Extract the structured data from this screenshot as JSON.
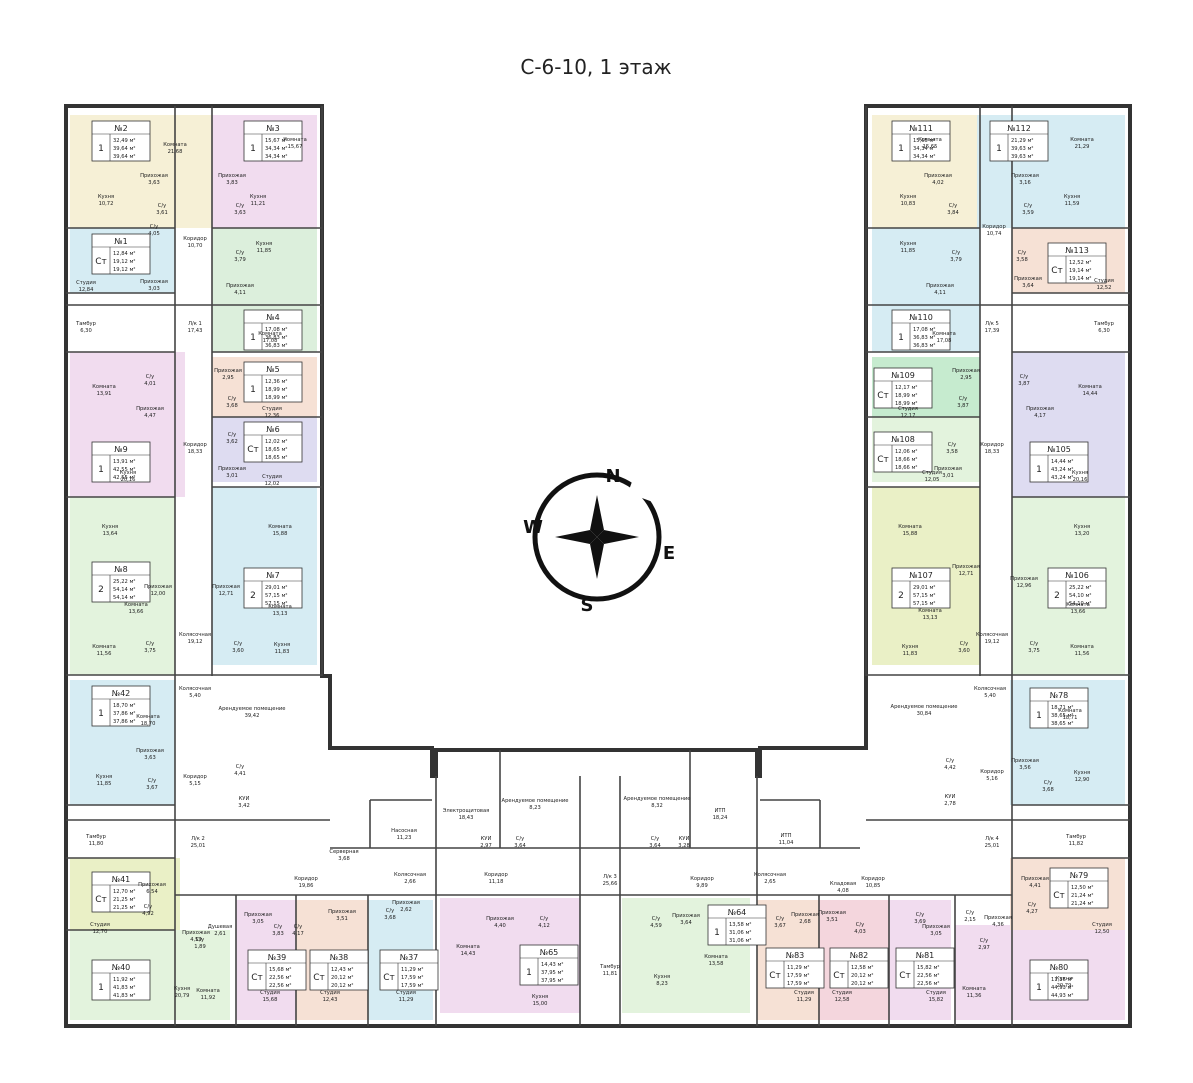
{
  "title": "С-6-10, 1 этаж",
  "colors": {
    "yellow": "#f6f0d6",
    "pink": "#f1dcef",
    "green": "#dcefdc",
    "blue": "#d6ecf3",
    "peach": "#f6e1d5",
    "lavender": "#dedcf1",
    "lime": "#eaf0c6",
    "lightgreen": "#e3f3dd",
    "rose": "#f4d6dd",
    "mint": "#c6ebcf"
  },
  "compass": {
    "n": "N",
    "e": "E",
    "s": "S",
    "w": "W"
  },
  "apartments": [
    {
      "no": "№2",
      "type": "1",
      "areas": [
        "32,49 м²",
        "39,64 м²",
        "39,64 м²"
      ]
    },
    {
      "no": "№3",
      "type": "1",
      "areas": [
        "15,67 м²",
        "34,34 м²",
        "34,34 м²"
      ]
    },
    {
      "no": "№1",
      "type": "Ст",
      "areas": [
        "12,84 м²",
        "19,12 м²",
        "19,12 м²"
      ]
    },
    {
      "no": "№4",
      "type": "1",
      "areas": [
        "17,08 м²",
        "36,83 м²",
        "36,83 м²"
      ]
    },
    {
      "no": "№5",
      "type": "1",
      "areas": [
        "12,36 м²",
        "18,99 м²",
        "18,99 м²"
      ]
    },
    {
      "no": "№6",
      "type": "Ст",
      "areas": [
        "12,02 м²",
        "18,65 м²",
        "18,65 м²"
      ]
    },
    {
      "no": "№9",
      "type": "1",
      "areas": [
        "13,91 м²",
        "42,55 м²",
        "42,55 м²"
      ]
    },
    {
      "no": "№8",
      "type": "2",
      "areas": [
        "25,22 м²",
        "54,14 м²",
        "54,14 м²"
      ]
    },
    {
      "no": "№7",
      "type": "2",
      "areas": [
        "29,01 м²",
        "57,15 м²",
        "57,15 м²"
      ]
    },
    {
      "no": "№42",
      "type": "1",
      "areas": [
        "18,70 м²",
        "37,86 м²",
        "37,86 м²"
      ]
    },
    {
      "no": "№41",
      "type": "Ст",
      "areas": [
        "12,70 м²",
        "21,25 м²",
        "21,25 м²"
      ]
    },
    {
      "no": "№40",
      "type": "1",
      "areas": [
        "11,92 м²",
        "41,83 м²",
        "41,83 м²"
      ]
    },
    {
      "no": "№39",
      "type": "Ст",
      "areas": [
        "15,68 м²",
        "22,56 м²",
        "22,56 м²"
      ]
    },
    {
      "no": "№38",
      "type": "Ст",
      "areas": [
        "12,43 м²",
        "20,12 м²",
        "20,12 м²"
      ]
    },
    {
      "no": "№37",
      "type": "Ст",
      "areas": [
        "11,29 м²",
        "17,59 м²",
        "17,59 м²"
      ]
    },
    {
      "no": "№65",
      "type": "1",
      "areas": [
        "14,43 м²",
        "37,95 м²",
        "37,95 м²"
      ]
    },
    {
      "no": "№64",
      "type": "1",
      "areas": [
        "13,58 м²",
        "31,06 м²",
        "31,06 м²"
      ]
    },
    {
      "no": "№83",
      "type": "Ст",
      "areas": [
        "11,29 м²",
        "17,59 м²",
        "17,59 м²"
      ]
    },
    {
      "no": "№82",
      "type": "Ст",
      "areas": [
        "12,58 м²",
        "20,12 м²",
        "20,12 м²"
      ]
    },
    {
      "no": "№81",
      "type": "Ст",
      "areas": [
        "15,82 м²",
        "22,56 м²",
        "22,56 м²"
      ]
    },
    {
      "no": "№80",
      "type": "1",
      "areas": [
        "11,36 м²",
        "44,93 м²",
        "44,93 м²"
      ]
    },
    {
      "no": "№79",
      "type": "Ст",
      "areas": [
        "12,50 м²",
        "21,24 м²",
        "21,24 м²"
      ]
    },
    {
      "no": "№78",
      "type": "1",
      "areas": [
        "18,71 м²",
        "38,65 м²",
        "38,65 м²"
      ]
    },
    {
      "no": "№111",
      "type": "1",
      "areas": [
        "15,65 м²",
        "34,34 м²",
        "34,34 м²"
      ]
    },
    {
      "no": "№112",
      "type": "1",
      "areas": [
        "21,29 м²",
        "39,63 м²",
        "39,63 м²"
      ]
    },
    {
      "no": "№113",
      "type": "Ст",
      "areas": [
        "12,52 м²",
        "19,14 м²",
        "19,14 м²"
      ]
    },
    {
      "no": "№110",
      "type": "1",
      "areas": [
        "17,08 м²",
        "36,83 м²",
        "36,83 м²"
      ]
    },
    {
      "no": "№109",
      "type": "Ст",
      "areas": [
        "12,17 м²",
        "18,99 м²",
        "18,99 м²"
      ]
    },
    {
      "no": "№108",
      "type": "Ст",
      "areas": [
        "12,06 м²",
        "18,66 м²",
        "18,66 м²"
      ]
    },
    {
      "no": "№105",
      "type": "1",
      "areas": [
        "14,44 м²",
        "43,24 м²",
        "43,24 м²"
      ]
    },
    {
      "no": "№107",
      "type": "2",
      "areas": [
        "29,01 м²",
        "57,15 м²",
        "57,15 м²"
      ]
    },
    {
      "no": "№106",
      "type": "2",
      "areas": [
        "25,22 м²",
        "54,10 м²",
        "54,10 м²"
      ]
    }
  ],
  "rooms": [
    {
      "name": "Комната",
      "area": "21,68"
    },
    {
      "name": "Прихожая",
      "area": "3,63"
    },
    {
      "name": "Кухня",
      "area": "10,72"
    },
    {
      "name": "С/у",
      "area": "3,61"
    },
    {
      "name": "С/у",
      "area": "4,05"
    },
    {
      "name": "Студия",
      "area": "12,84"
    },
    {
      "name": "Прихожая",
      "area": "3,03"
    },
    {
      "name": "Коридор",
      "area": "10,70"
    },
    {
      "name": "Комната",
      "area": "15,67"
    },
    {
      "name": "Прихожая",
      "area": "3,83"
    },
    {
      "name": "Кухня",
      "area": "11,21"
    },
    {
      "name": "С/у",
      "area": "3,63"
    },
    {
      "name": "С/у",
      "area": "3,79"
    },
    {
      "name": "Кухня",
      "area": "11,85"
    },
    {
      "name": "Прихожая",
      "area": "4,11"
    },
    {
      "name": "Тамбур",
      "area": "6,30"
    },
    {
      "name": "Л/к 1",
      "area": "17,43"
    },
    {
      "name": "Комната",
      "area": "17,08"
    },
    {
      "name": "Комната",
      "area": "13,91"
    },
    {
      "name": "С/у",
      "area": "4,01"
    },
    {
      "name": "Прихожая",
      "area": "4,47"
    },
    {
      "name": "Прихожая",
      "area": "2,95"
    },
    {
      "name": "С/у",
      "area": "3,68"
    },
    {
      "name": "Студия",
      "area": "12,36"
    },
    {
      "name": "Коридор",
      "area": "18,33"
    },
    {
      "name": "С/у",
      "area": "3,62"
    },
    {
      "name": "Прихожая",
      "area": "3,01"
    },
    {
      "name": "Студия",
      "area": "12,02"
    },
    {
      "name": "Кухня",
      "area": "20,16"
    },
    {
      "name": "Кухня",
      "area": "13,64"
    },
    {
      "name": "Комната",
      "area": "15,88"
    },
    {
      "name": "Прихожая",
      "area": "12,00"
    },
    {
      "name": "Комната",
      "area": "13,66"
    },
    {
      "name": "Прихожая",
      "area": "12,71"
    },
    {
      "name": "Комната",
      "area": "13,13"
    },
    {
      "name": "Колясочная",
      "area": "19,12"
    },
    {
      "name": "Комната",
      "area": "11,56"
    },
    {
      "name": "С/у",
      "area": "3,75"
    },
    {
      "name": "С/у",
      "area": "3,60"
    },
    {
      "name": "Кухня",
      "area": "11,83"
    },
    {
      "name": "Колясочная",
      "area": "5,40"
    },
    {
      "name": "Комната",
      "area": "18,70"
    },
    {
      "name": "Арендуемое помещение",
      "area": "39,42"
    },
    {
      "name": "Прихожая",
      "area": "3,63"
    },
    {
      "name": "Кухня",
      "area": "11,85"
    },
    {
      "name": "С/у",
      "area": "3,67"
    },
    {
      "name": "Коридор",
      "area": "5,15"
    },
    {
      "name": "С/у",
      "area": "4,41"
    },
    {
      "name": "КУИ",
      "area": "3,42"
    },
    {
      "name": "Тамбур",
      "area": "11,80"
    },
    {
      "name": "Л/к 2",
      "area": "25,01"
    },
    {
      "name": "Электрощитовая",
      "area": "18,43"
    },
    {
      "name": "Арендуемое помещение",
      "area": "8,23"
    },
    {
      "name": "Насосная",
      "area": "11,23"
    },
    {
      "name": "Серверная",
      "area": "3,68"
    },
    {
      "name": "КУИ",
      "area": "2,97"
    },
    {
      "name": "С/у",
      "area": "3,64"
    },
    {
      "name": "Колясочная",
      "area": "2,66"
    },
    {
      "name": "Коридор",
      "area": "19,86"
    },
    {
      "name": "Коридор",
      "area": "11,18"
    },
    {
      "name": "Прихожая",
      "area": "6,54"
    },
    {
      "name": "Студия",
      "area": "12,70"
    },
    {
      "name": "С/у",
      "area": "4,92"
    },
    {
      "name": "Прихожая",
      "area": "4,59"
    },
    {
      "name": "Душевая",
      "area": "2,61"
    },
    {
      "name": "С/у",
      "area": "1,89"
    },
    {
      "name": "Кухня",
      "area": "20,79"
    },
    {
      "name": "Комната",
      "area": "11,92"
    },
    {
      "name": "Прихожая",
      "area": "3,05"
    },
    {
      "name": "С/у",
      "area": "3,83"
    },
    {
      "name": "Студия",
      "area": "15,68"
    },
    {
      "name": "С/у",
      "area": "4,17"
    },
    {
      "name": "Прихожая",
      "area": "3,51"
    },
    {
      "name": "Студия",
      "area": "12,43"
    },
    {
      "name": "С/у",
      "area": "3,68"
    },
    {
      "name": "Прихожая",
      "area": "2,62"
    },
    {
      "name": "Студия",
      "area": "11,29"
    },
    {
      "name": "Комната",
      "area": "14,43"
    },
    {
      "name": "Прихожая",
      "area": "4,40"
    },
    {
      "name": "С/у",
      "area": "4,12"
    },
    {
      "name": "Кухня",
      "area": "15,00"
    },
    {
      "name": "Л/к 3",
      "area": "25,66"
    },
    {
      "name": "Тамбур",
      "area": "11,81"
    },
    {
      "name": "Арендуемое помещение",
      "area": "8,32"
    },
    {
      "name": "С/у",
      "area": "3,64"
    },
    {
      "name": "КУИ",
      "area": "3,28"
    },
    {
      "name": "ИТП",
      "area": "18,24"
    },
    {
      "name": "ИТП",
      "area": "11,04"
    },
    {
      "name": "Коридор",
      "area": "9,89"
    },
    {
      "name": "Прихожая",
      "area": "3,64"
    },
    {
      "name": "С/у",
      "area": "4,59"
    },
    {
      "name": "Кухня",
      "area": "8,23"
    },
    {
      "name": "Комната",
      "area": "13,58"
    },
    {
      "name": "Колясочная",
      "area": "2,65"
    },
    {
      "name": "Кладовая",
      "area": "4,08"
    },
    {
      "name": "Коридор",
      "area": "10,85"
    },
    {
      "name": "Прихожая",
      "area": "2,68"
    },
    {
      "name": "С/у",
      "area": "3,67"
    },
    {
      "name": "Студия",
      "area": "11,29"
    },
    {
      "name": "Прихожая",
      "area": "3,51"
    },
    {
      "name": "С/у",
      "area": "4,03"
    },
    {
      "name": "Студия",
      "area": "12,58"
    },
    {
      "name": "С/у",
      "area": "3,69"
    },
    {
      "name": "Прихожая",
      "area": "3,05"
    },
    {
      "name": "Студия",
      "area": "15,82"
    },
    {
      "name": "С/у",
      "area": "2,15"
    },
    {
      "name": "Прихожая",
      "area": "4,36"
    },
    {
      "name": "С/у",
      "area": "2,97"
    },
    {
      "name": "Комната",
      "area": "11,36"
    },
    {
      "name": "Кухня",
      "area": "20,79"
    },
    {
      "name": "Прихожая",
      "area": "4,41"
    },
    {
      "name": "С/у",
      "area": "4,27"
    },
    {
      "name": "Студия",
      "area": "12,50"
    },
    {
      "name": "Тамбур",
      "area": "11,82"
    },
    {
      "name": "Л/к 4",
      "area": "25,01"
    },
    {
      "name": "Арендуемое помещение",
      "area": "30,84"
    },
    {
      "name": "С/у",
      "area": "4,42"
    },
    {
      "name": "КУИ",
      "area": "2,78"
    },
    {
      "name": "Колясочная",
      "area": "5,40"
    },
    {
      "name": "Коридор",
      "area": "5,16"
    },
    {
      "name": "Прихожая",
      "area": "3,56"
    },
    {
      "name": "С/у",
      "area": "3,68"
    },
    {
      "name": "Комната",
      "area": "18,71"
    },
    {
      "name": "Кухня",
      "area": "12,90"
    },
    {
      "name": "Комната",
      "area": "15,65"
    },
    {
      "name": "Прихожая",
      "area": "4,02"
    },
    {
      "name": "Кухня",
      "area": "10,83"
    },
    {
      "name": "С/у",
      "area": "3,84"
    },
    {
      "name": "Коридор",
      "area": "10,74"
    },
    {
      "name": "С/у",
      "area": "3,79"
    },
    {
      "name": "Кухня",
      "area": "11,85"
    },
    {
      "name": "Прихожая",
      "area": "4,11"
    },
    {
      "name": "Комната",
      "area": "21,29"
    },
    {
      "name": "Прихожая",
      "area": "3,16"
    },
    {
      "name": "С/у",
      "area": "3,59"
    },
    {
      "name": "Кухня",
      "area": "11,59"
    },
    {
      "name": "С/у",
      "area": "3,58"
    },
    {
      "name": "Прихожая",
      "area": "3,64"
    },
    {
      "name": "Студия",
      "area": "12,52"
    },
    {
      "name": "Л/к 5",
      "area": "17,39"
    },
    {
      "name": "Тамбур",
      "area": "6,30"
    },
    {
      "name": "Комната",
      "area": "17,08"
    },
    {
      "name": "Прихожая",
      "area": "2,95"
    },
    {
      "name": "С/у",
      "area": "3,87"
    },
    {
      "name": "Студия",
      "area": "12,17"
    },
    {
      "name": "С/у",
      "area": "3,87"
    },
    {
      "name": "Комната",
      "area": "14,44"
    },
    {
      "name": "Прихожая",
      "area": "4,17"
    },
    {
      "name": "С/у",
      "area": "3,58"
    },
    {
      "name": "Студия",
      "area": "12,05"
    },
    {
      "name": "Прихожая",
      "area": "3,01"
    },
    {
      "name": "Коридор",
      "area": "18,33"
    },
    {
      "name": "Кухня",
      "area": "20,16"
    },
    {
      "name": "Комната",
      "area": "15,88"
    },
    {
      "name": "Прихожая",
      "area": "12,71"
    },
    {
      "name": "Кухня",
      "area": "13,20"
    },
    {
      "name": "Прихожая",
      "area": "12,96"
    },
    {
      "name": "Комната",
      "area": "13,13"
    },
    {
      "name": "Колясочная",
      "area": "19,12"
    },
    {
      "name": "Комната",
      "area": "13,66"
    },
    {
      "name": "Кухня",
      "area": "11,83"
    },
    {
      "name": "С/у",
      "area": "3,60"
    },
    {
      "name": "С/у",
      "area": "3,75"
    },
    {
      "name": "Комната",
      "area": "11,56"
    }
  ]
}
